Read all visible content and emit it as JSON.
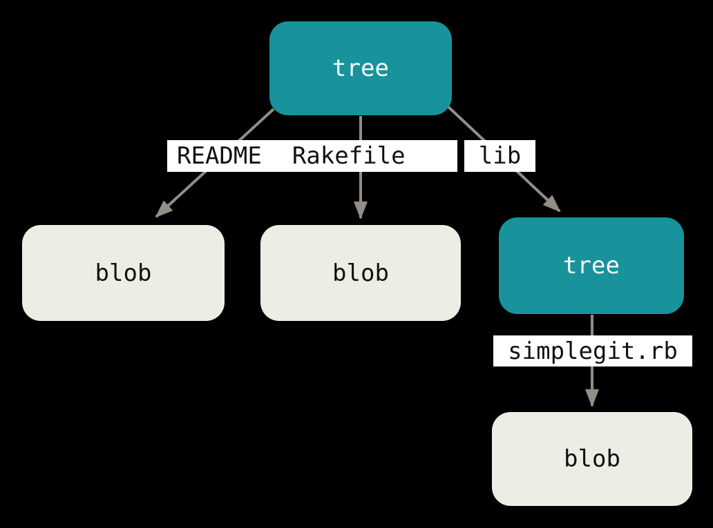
{
  "diagram": {
    "description": "git tree and blob objects diagram",
    "colors": {
      "background": "#000000",
      "tree_fill": "#18939B",
      "tree_text": "#FAFAFA",
      "blob_fill": "#EEEDE5",
      "blob_text": "#111111",
      "edge_stroke": "#938D87",
      "edge_label_bg": "#FFFFFF",
      "edge_label_text": "#111111"
    },
    "nodes": {
      "root": {
        "label": "tree",
        "type": "tree"
      },
      "blob1": {
        "label": "blob",
        "type": "blob"
      },
      "blob2": {
        "label": "blob",
        "type": "blob"
      },
      "libtree": {
        "label": "tree",
        "type": "tree"
      },
      "blob3": {
        "label": "blob",
        "type": "blob"
      }
    },
    "edges": {
      "readme": "README",
      "rakefile": "Rakefile",
      "lib": "lib",
      "simplegit": "simplegit.rb"
    }
  }
}
